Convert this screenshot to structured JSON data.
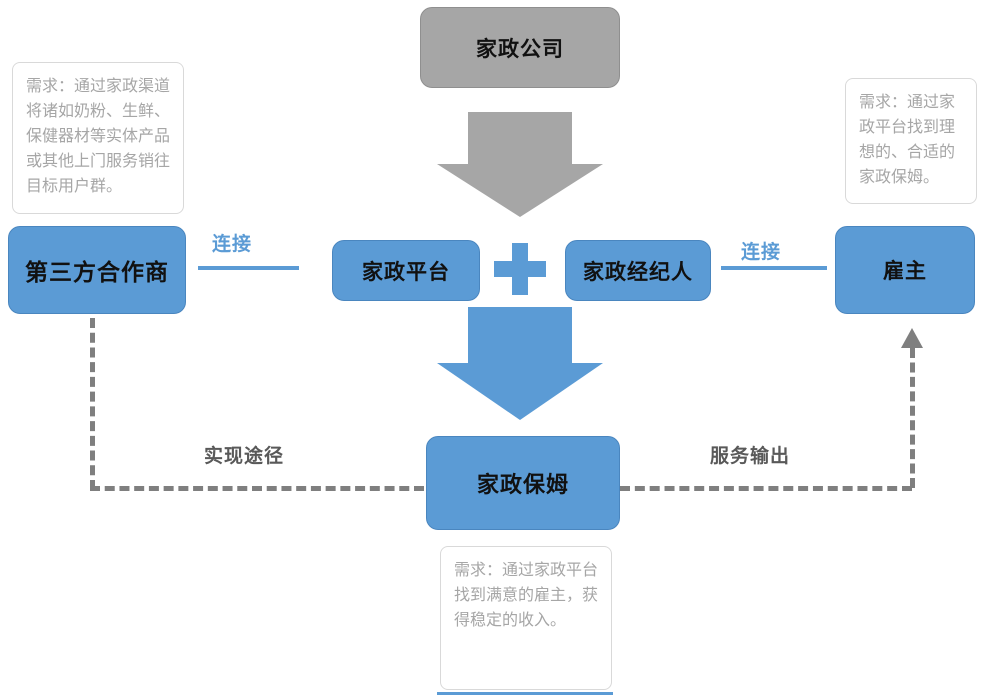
{
  "nodes": {
    "company": {
      "label": "家政公司"
    },
    "third_party": {
      "label": "第三方合作商"
    },
    "platform": {
      "label": "家政平台"
    },
    "agent": {
      "label": "家政经纪人"
    },
    "employer": {
      "label": "雇主"
    },
    "nanny": {
      "label": "家政保姆"
    }
  },
  "connectors": {
    "connect_left": "连接",
    "connect_right": "连接",
    "path": "实现途径",
    "output": "服务输出"
  },
  "notes": {
    "third_party": "需求：通过家政渠道将诸如奶粉、生鲜、保健器材等实体产品或其他上门服务销往目标用户群。",
    "employer": "需求：通过家政平台找到理想的、合适的家政保姆。",
    "nanny": "需求：通过家政平台找到满意的雇主，获得稳定的收入。"
  },
  "colors": {
    "blue": "#5B9BD5",
    "gray": "#A6A6A6",
    "dash": "#7F7F7F",
    "label_dark": "#595959",
    "note_text": "#A6A6A6",
    "note_border": "#D9D9D9"
  }
}
